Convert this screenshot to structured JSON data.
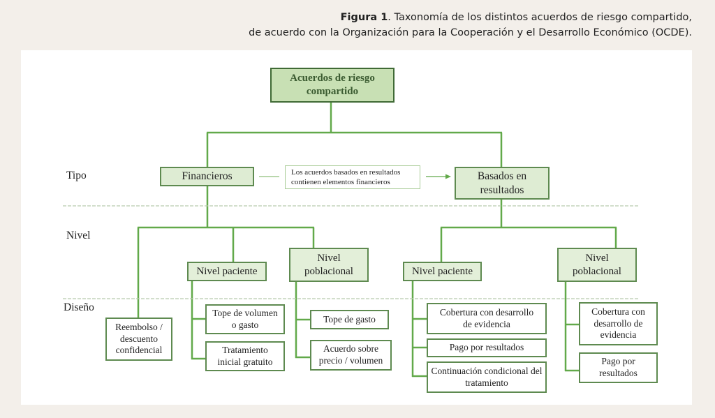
{
  "caption": {
    "figure_label": "Figura 1",
    "line1_rest": ". Taxonomía de los distintos acuerdos de riesgo compartido,",
    "line2": "de acuerdo con la Organización para la Cooperación y el Desarrollo Económico (OCDE)."
  },
  "colors": {
    "line_green": "#62a94a",
    "root_fill": "#c8e0b4",
    "node_fill": "#deecd3",
    "page_bg": "#f3efea"
  },
  "rows": {
    "tipo": "Tipo",
    "nivel": "Nivel",
    "diseno": "Diseño"
  },
  "root": "Acuerdos de riesgo compartido",
  "types": {
    "financieros": "Financieros",
    "basados": "Basados en resultados",
    "note": "Los acuerdos basados en resultados contienen elementos financieros"
  },
  "financieros": {
    "direct_design": "Reembolso / descuento confidencial",
    "nivel_paciente": {
      "label": "Nivel paciente",
      "designs": [
        "Tope de volumen o gasto",
        "Tratamiento inicial gratuito"
      ]
    },
    "nivel_poblacional": {
      "label": "Nivel poblacional",
      "designs": [
        "Tope de gasto",
        "Acuerdo sobre precio / volumen"
      ]
    }
  },
  "basados": {
    "nivel_paciente": {
      "label": "Nivel paciente",
      "designs": [
        "Cobertura con desarrollo de evidencia",
        "Pago por resultados",
        "Continuación condicional del tratamiento"
      ]
    },
    "nivel_poblacional": {
      "label": "Nivel poblacional",
      "designs": [
        "Cobertura con desarrollo de evidencia",
        "Pago por resultados"
      ]
    }
  }
}
